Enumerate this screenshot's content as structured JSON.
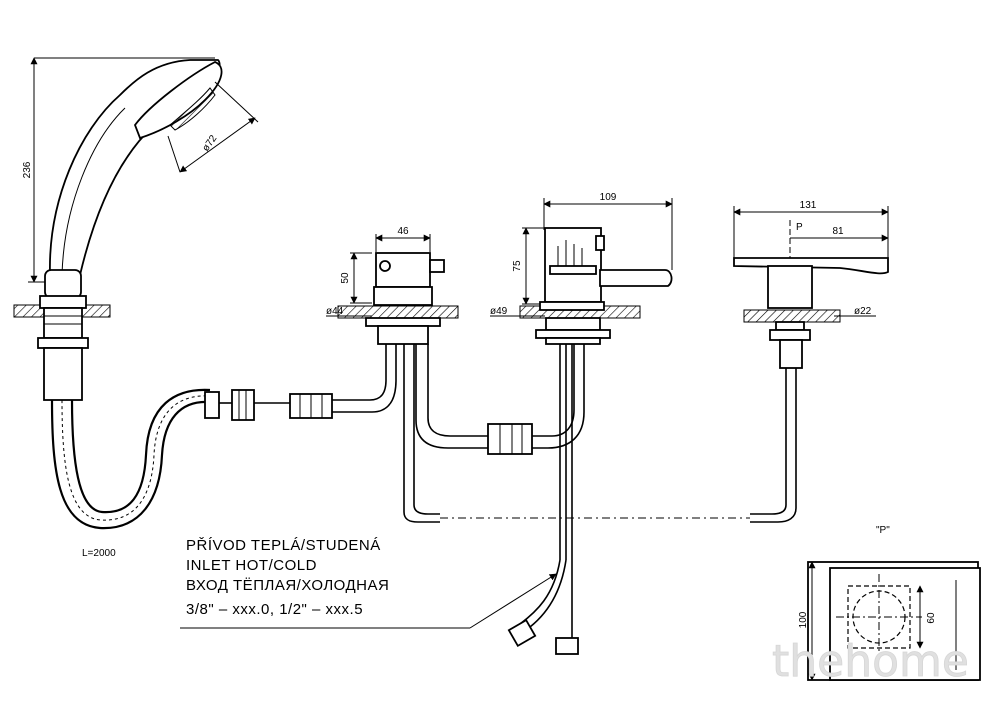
{
  "dimensions": {
    "shower_height": "236",
    "head_diameter": "ø72",
    "hose_length": "L=2000",
    "valve_width": "46",
    "valve_height": "50",
    "valve_base": "ø44",
    "mixer_width": "109",
    "mixer_height": "75",
    "mixer_base": "ø49",
    "spout_width": "131",
    "spout_offset": "81",
    "spout_base": "ø22",
    "view_height": "100",
    "view_inner": "60"
  },
  "labels": {
    "section_p": "P",
    "detail_p": "\"P\""
  },
  "inlet_note": {
    "line1": "PŘÍVOD TEPLÁ/STUDENÁ",
    "line2": "INLET HOT/COLD",
    "line3": "ВХОД ТЁПЛАЯ/ХОЛОДНАЯ",
    "line4": "3/8\" – xxx.0, 1/2\" – xxx.5"
  },
  "watermark": "thehome"
}
